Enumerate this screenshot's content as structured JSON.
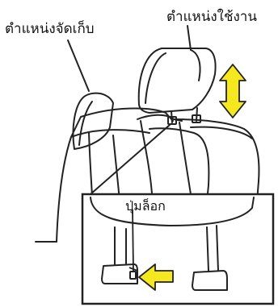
{
  "labels": {
    "storage_position": "ตำแหน่งจัดเก็บ",
    "use_position": "ตำแหน่งใช้งาน",
    "lock_button": "ปุ่มล็อก"
  },
  "colors": {
    "arrow_fill": "#f6e81e",
    "arrow_stroke": "#222222",
    "line": "#222222",
    "background": "#ffffff"
  },
  "icons": {
    "adjust_arrow": "double-vertical-arrow-icon",
    "push_arrow": "right-arrow-icon"
  }
}
